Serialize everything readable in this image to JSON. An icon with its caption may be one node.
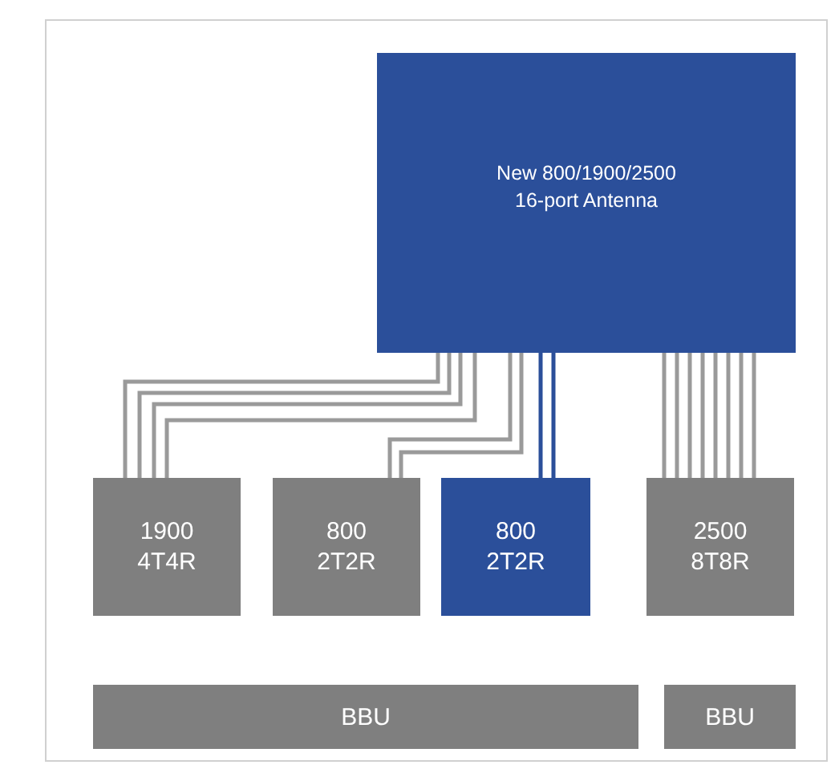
{
  "diagram": {
    "nodes": [
      {
        "text": [
          "New 800/1900/2500 16-port Antenna"
        ]
      },
      {
        "text": [
          "1900",
          "4T4R"
        ]
      },
      {
        "text": [
          "800",
          "2T2R"
        ]
      },
      {
        "text": [
          "800",
          "2T2R"
        ]
      },
      {
        "text": [
          "2500",
          "8T8R"
        ]
      },
      {
        "text": [
          "BBU"
        ]
      },
      {
        "text": [
          "BBU"
        ]
      }
    ],
    "edges": [
      {
        "from": 0,
        "to": 1,
        "arrow": "none"
      },
      {
        "from": 0,
        "to": 1,
        "arrow": "none"
      },
      {
        "from": 0,
        "to": 1,
        "arrow": "none"
      },
      {
        "from": 0,
        "to": 1,
        "arrow": "none"
      },
      {
        "from": 0,
        "to": 2,
        "arrow": "none"
      },
      {
        "from": 0,
        "to": 2,
        "arrow": "none"
      },
      {
        "from": 0,
        "to": 3,
        "arrow": "none",
        "color": "#2b4f9a"
      },
      {
        "from": 0,
        "to": 3,
        "arrow": "none",
        "color": "#2b4f9a"
      },
      {
        "from": 0,
        "to": 4,
        "arrow": "none"
      },
      {
        "from": 0,
        "to": 4,
        "arrow": "none"
      },
      {
        "from": 0,
        "to": 4,
        "arrow": "none"
      },
      {
        "from": 0,
        "to": 4,
        "arrow": "none"
      },
      {
        "from": 0,
        "to": 4,
        "arrow": "none"
      },
      {
        "from": 0,
        "to": 4,
        "arrow": "none"
      },
      {
        "from": 0,
        "to": 4,
        "arrow": "none"
      },
      {
        "from": 0,
        "to": 4,
        "arrow": "none"
      }
    ]
  }
}
